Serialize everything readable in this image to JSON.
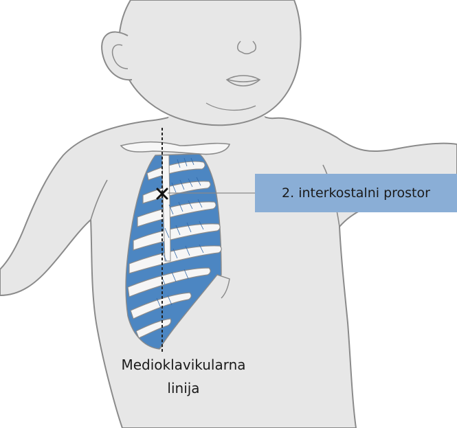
{
  "callout": {
    "label": "2. interkostalni prostor",
    "color": "#8aaed6"
  },
  "midclavicular": {
    "line1": "Medioklavikularna",
    "line2": "linija"
  },
  "marker": {
    "symbol": "✕"
  },
  "colors": {
    "skin": "#e7e7e7",
    "outline": "#8a8a8a",
    "rib_fill": "#4c86c2",
    "rib_bone": "#f6f6f6"
  },
  "icons": [
    "child-torso-illustration",
    "rib-cage-illustration",
    "cross-marker-icon"
  ]
}
